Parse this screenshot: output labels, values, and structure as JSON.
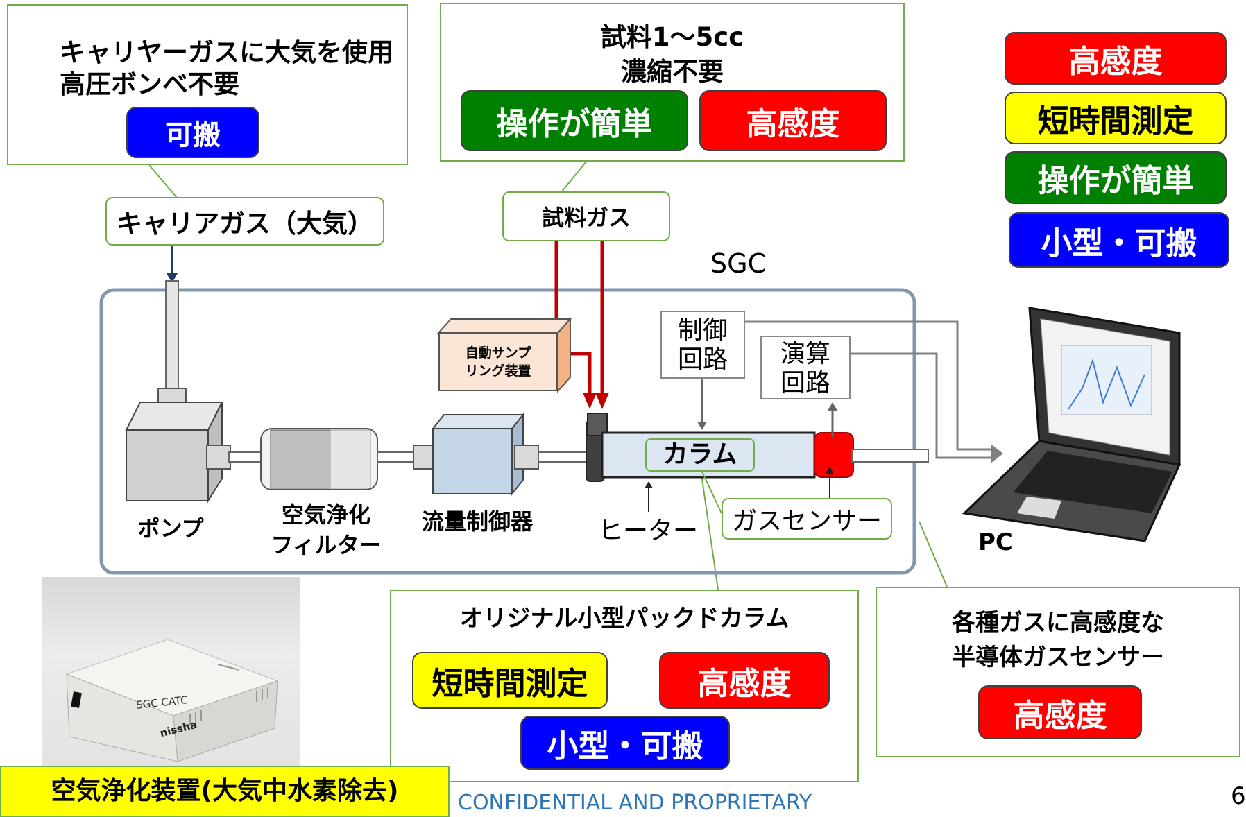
{
  "top_left_callout": {
    "line1": "キャリヤーガスに大気を使用",
    "line2": "高圧ボンベ不要",
    "badge": "可搬"
  },
  "top_mid_callout": {
    "line1": "試料1～5cc",
    "line2": "濃縮不要",
    "badge_left": "操作が簡単",
    "badge_right": "高感度"
  },
  "feature_list": [
    "高感度",
    "短時間測定",
    "操作が簡単",
    "小型・可搬"
  ],
  "labels": {
    "carrier_gas": "キャリアガス（大気）",
    "sample_gas": "試料ガス",
    "sgc": "SGC",
    "auto_sampler_1": "自動サンプ",
    "auto_sampler_2": "リング装置",
    "control_1": "制御",
    "control_2": "回路",
    "calc_1": "演算",
    "calc_2": "回路",
    "column": "カラム",
    "pump": "ポンプ",
    "filter_1": "空気浄化",
    "filter_2": "フィルター",
    "flow_controller": "流量制御器",
    "heater": "ヒーター",
    "gas_sensor": "ガスセンサー",
    "pc": "PC"
  },
  "column_callout": {
    "title": "オリジナル小型パックドカラム",
    "badge1": "短時間測定",
    "badge2": "高感度",
    "badge3": "小型・可搬"
  },
  "sensor_callout": {
    "line1": "各種ガスに高感度な",
    "line2": "半導体ガスセンサー",
    "badge": "高感度"
  },
  "device_photo": {
    "device_text1": "SGC  CATC",
    "device_text2": "nissha",
    "caption": "空気浄化装置(大気中水素除去)"
  },
  "footer": {
    "confidential": "CONFIDENTIAL AND PROPRIETARY",
    "page_number": "6"
  }
}
